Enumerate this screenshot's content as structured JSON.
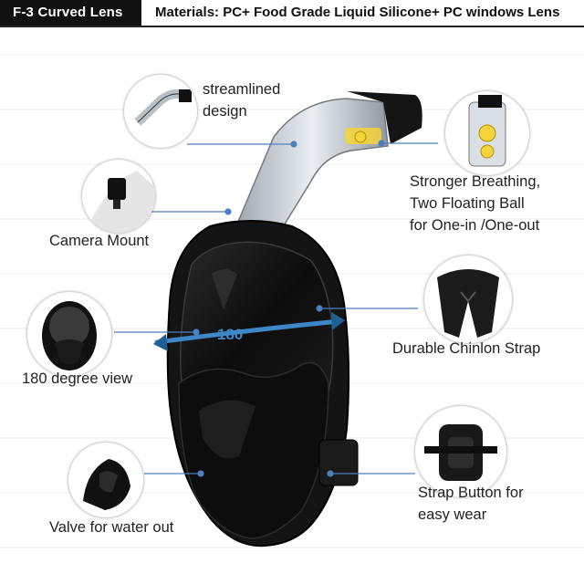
{
  "header": {
    "badge": "F-3 Curved Lens",
    "materials": "Materials: PC+ Food Grade Liquid Silicone+ PC windows Lens"
  },
  "features": {
    "streamlined": [
      "streamlined",
      "design"
    ],
    "camera": "Camera Mount",
    "view": "180 degree view",
    "valve": "Valve for water out",
    "breathing": [
      "Stronger Breathing,",
      "Two Floating Ball",
      "for One-in /One-out"
    ],
    "strap": "Durable Chinlon Strap",
    "button": [
      "Strap Button for",
      "easy wear"
    ]
  },
  "lens_angle": "180°",
  "colors": {
    "accent": "#3d87c8",
    "mask": "#111111",
    "arrow_dark": "#1e5f96",
    "valve_yellow": "#f4d43a"
  }
}
